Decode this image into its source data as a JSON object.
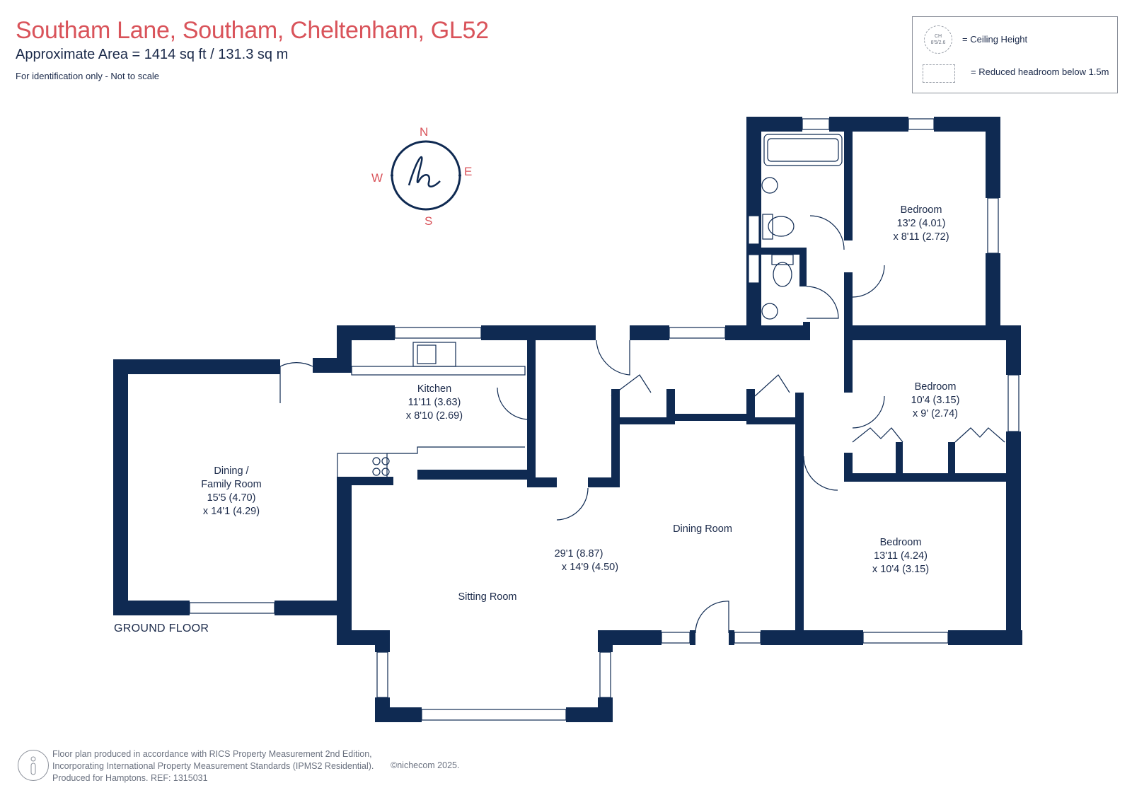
{
  "header": {
    "title": "Southam Lane, Southam, Cheltenham, GL52",
    "area": "Approximate Area = 1414  sq ft / 131.3  sq m",
    "note": "For identification only - Not to scale"
  },
  "legend": {
    "ceiling_symbol": "CH\n8'5/2.6",
    "ceiling_label": "= Ceiling Height",
    "headroom_label": "= Reduced headroom below 1.5m"
  },
  "compass": {
    "n": "N",
    "s": "S",
    "e": "E",
    "w": "W"
  },
  "floor_label": "GROUND FLOOR",
  "rooms": {
    "dining_family": {
      "name1": "Dining /",
      "name2": "Family Room",
      "dim1": "15'5 (4.70)",
      "dim2": "x 14'1 (4.29)"
    },
    "kitchen": {
      "name": "Kitchen",
      "dim1": "11'11 (3.63)",
      "dim2": "x 8'10 (2.69)"
    },
    "sitting_room": {
      "name": "Sitting Room"
    },
    "dining_room": {
      "name": "Dining Room"
    },
    "living_dims": {
      "dim1": "29'1 (8.87)",
      "dim2": "x 14'9 (4.50)"
    },
    "bedroom1": {
      "name": "Bedroom",
      "dim1": "13'2 (4.01)",
      "dim2": "x 8'11 (2.72)"
    },
    "bedroom2": {
      "name": "Bedroom",
      "dim1": "10'4 (3.15)",
      "dim2": "x 9' (2.74)"
    },
    "bedroom3": {
      "name": "Bedroom",
      "dim1": "13'11 (4.24)",
      "dim2": "x 10'4 (3.15)"
    }
  },
  "footer": {
    "line1": "Floor plan produced in accordance with RICS Property Measurement 2nd Edition,",
    "line2": "Incorporating International Property Measurement Standards (IPMS2 Residential).",
    "line3": "Produced for Hamptons.   REF:  1315031",
    "copyright": "©nichecom 2025."
  },
  "colors": {
    "wall": "#0f2a52",
    "accent": "#d9535a",
    "text": "#1b2a4a"
  },
  "icons": [
    "ceiling-height-icon",
    "reduced-headroom-icon",
    "compass-icon",
    "info-icon"
  ]
}
